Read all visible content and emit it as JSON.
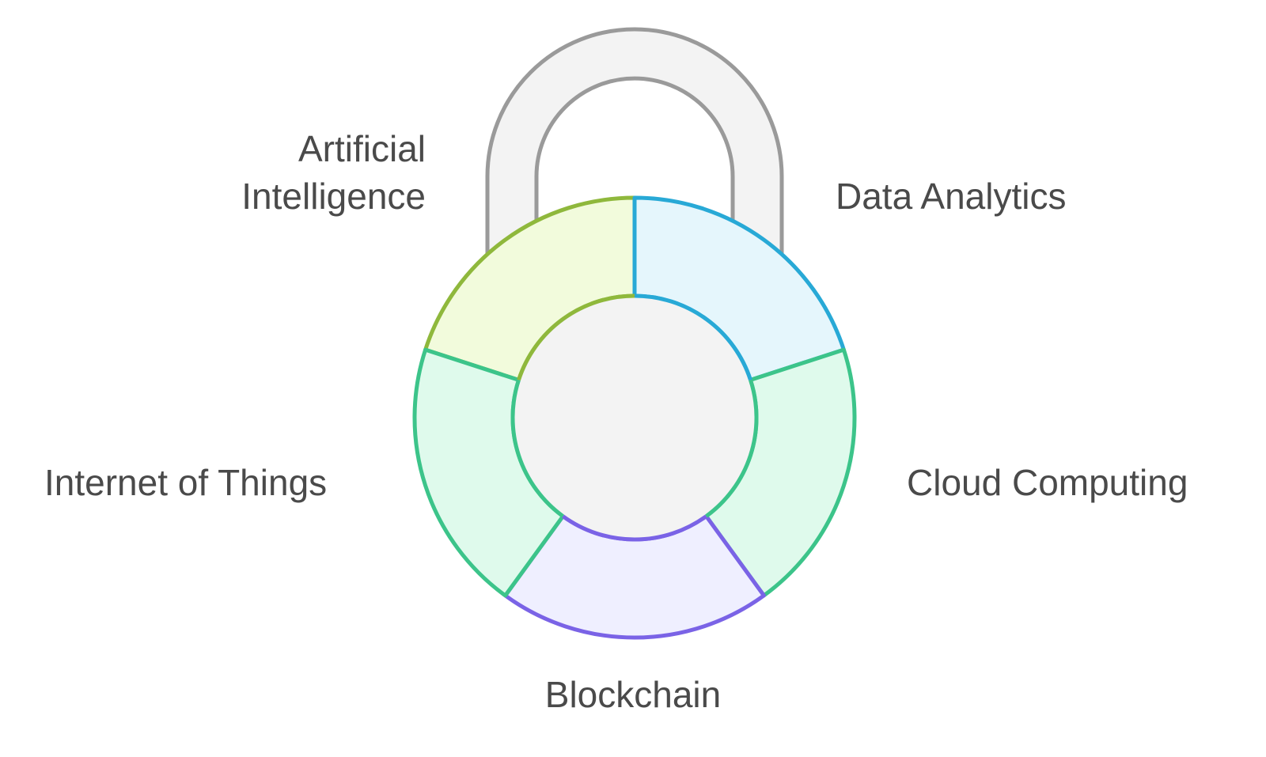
{
  "segments": [
    {
      "id": "ai",
      "label": "Artificial Intelligence",
      "fill": "#f2fbdc",
      "stroke": "#8fb83c"
    },
    {
      "id": "da",
      "label": "Data Analytics",
      "fill": "#e5f6fc",
      "stroke": "#28a9d6"
    },
    {
      "id": "cc",
      "label": "Cloud Computing",
      "fill": "#dffaec",
      "stroke": "#3cc48a"
    },
    {
      "id": "bc",
      "label": "Blockchain",
      "fill": "#efefff",
      "stroke": "#7a63e6"
    },
    {
      "id": "iot",
      "label": "Internet of Things",
      "fill": "#dffaec",
      "stroke": "#3cc48a"
    }
  ],
  "colors": {
    "lock_body_center": "#f3f3f3",
    "shackle_fill": "#f3f3f3",
    "shackle_stroke": "#9a9a9a",
    "label_text": "#4a4a4a"
  }
}
